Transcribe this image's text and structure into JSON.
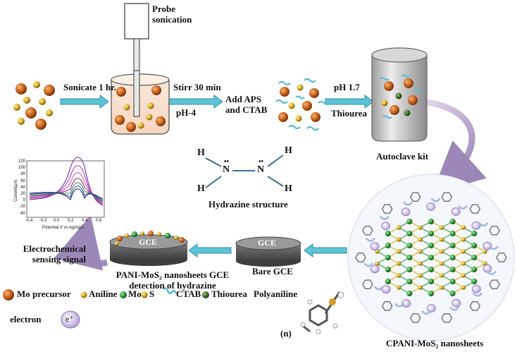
{
  "steps": {
    "probe": "Probe sonication",
    "sonicate": "Sonicate 1 hr.",
    "stirr": "Stirr 30 min",
    "ph4": "pH-4",
    "add_aps": "Add APS and CTAB",
    "ph17": "pH 1.7",
    "thiourea": "Thiourea",
    "autoclave": "Autoclave kit",
    "cpani": "CPANI-MoS₂ nanosheets",
    "bare_gce": "Bare GCE",
    "pani_gce": "PANI-MoS₂ nanosheets GCE detection of hydrazine",
    "electrochem": "Electrochemical sensing signal",
    "gce_label": "GCE"
  },
  "hydrazine": {
    "title": "Hydrazine structure",
    "h": "H",
    "n": "N"
  },
  "legend": {
    "mo_precursor": "Mo precursor",
    "aniline": "Aniline",
    "mo": "Mo",
    "s": "S",
    "ctab": "CTAB",
    "thiourea": "Thiourea",
    "polyaniline": "Polyaniline",
    "n": "(n)",
    "electron": "electron",
    "e_symbol": "e⁺"
  },
  "plot": {
    "ylabel": "Current(μA)",
    "xlabel": "Potential V vs Ag/AgcI",
    "yticks": [
      "120",
      "100",
      "80",
      "60",
      "40",
      "20",
      "0",
      "-20",
      "-40"
    ],
    "xticks": [
      "-0.4",
      "-0.2",
      "0.0",
      "0.2",
      "0.4",
      "0.6"
    ]
  },
  "colors": {
    "arrow": "#5ec3d6",
    "mo_precursor": "#c8631a",
    "aniline": "#e0b826",
    "mo": "#2e9a3a",
    "thiourea": "#3f6f2c"
  }
}
